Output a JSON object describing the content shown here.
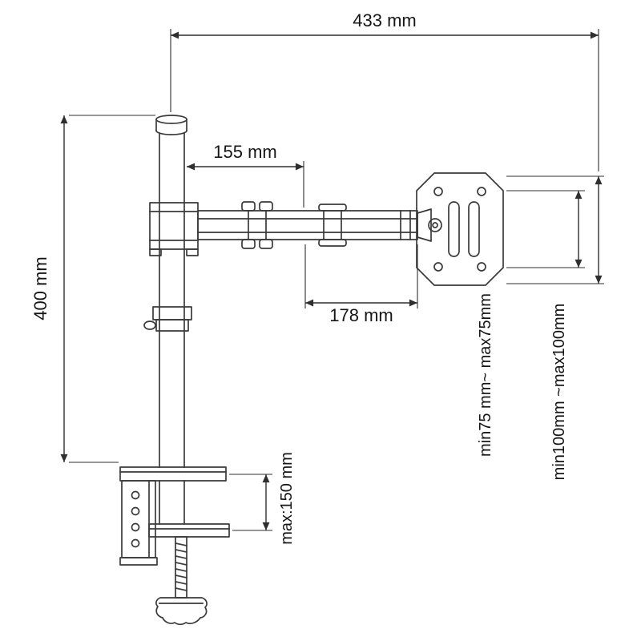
{
  "drawing": {
    "background": "#ffffff",
    "line_color": "#3a3a3a",
    "dimension_color": "#2f2f2f",
    "text_color": "#161616",
    "labels": {
      "top_width": "433 mm",
      "upper_arm_reach": "155 mm",
      "forearm_reach": "178 mm",
      "pole_height": "400 mm",
      "clamp_range": "max:150 mm",
      "vesa_width": "min75 mm~ max75mm",
      "vesa_height": "min100mm ~max100mm"
    }
  }
}
